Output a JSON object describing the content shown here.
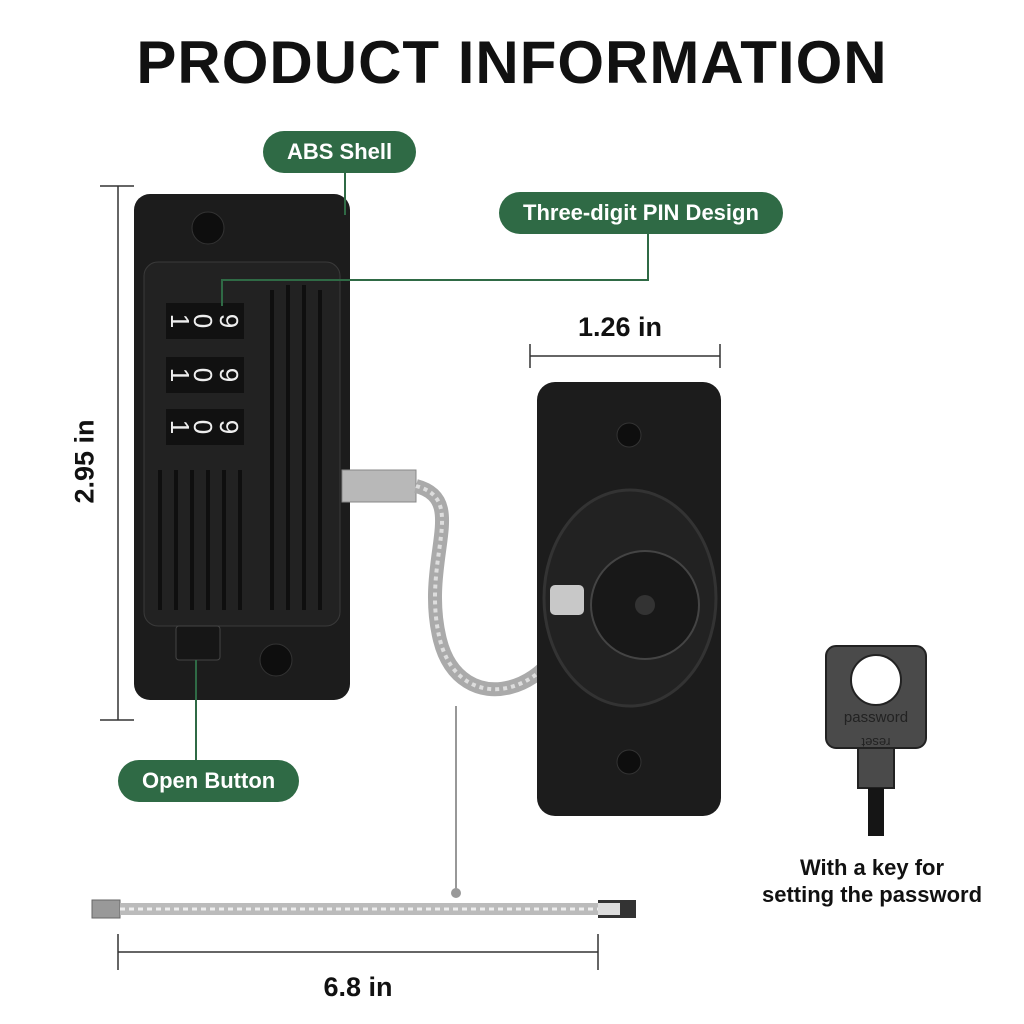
{
  "title": "PRODUCT INFORMATION",
  "callouts": {
    "abs_shell": "ABS Shell",
    "pin_design": "Three-digit PIN Design",
    "open_button": "Open Button"
  },
  "dimensions": {
    "height": "2.95 in",
    "width": "1.26 in",
    "cable_length": "6.8 in"
  },
  "dial_digits": [
    "1",
    "0",
    "9"
  ],
  "key": {
    "engraving_top": "password",
    "engraving_bottom": "reset",
    "caption_line1": "With a key for",
    "caption_line2": "setting the password"
  },
  "colors": {
    "callout_green": "#2f6a45",
    "lock_body": "#1c1c1c"
  }
}
